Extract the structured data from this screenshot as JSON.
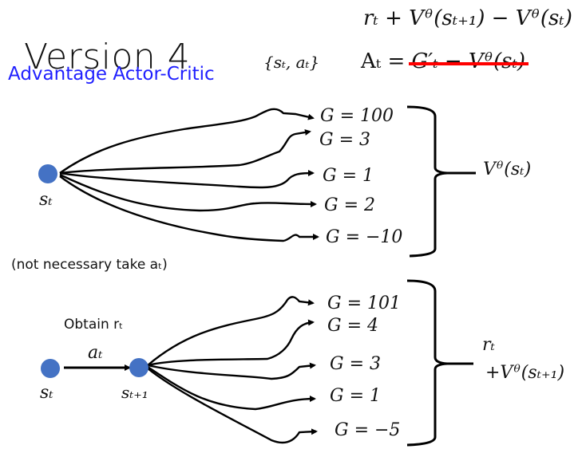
{
  "slide": {
    "title": "Version 4",
    "subtitle": "Advantage Actor-Critic",
    "colors": {
      "subtitle": "#1f1fff",
      "node": "#4472c4",
      "strike": "#ff0000",
      "ink": "#111111"
    }
  },
  "formulas": {
    "td_advantage": "rₜ + Vᶿ(sₜ₊₁) − Vᶿ(sₜ)",
    "state_action_pair": "{sₜ, aₜ}",
    "advantage_lhs": "Aₜ =",
    "advantage_struck": "G′ₜ − Vᶿ(sₜ)"
  },
  "top_tree": {
    "node_label": "sₜ",
    "note": "(not necessary take aₜ)",
    "returns": [
      "G = 100",
      "G = 3",
      "G = 1",
      "G = 2",
      "G = −10"
    ],
    "bracket_label": "Vᶿ(sₜ)"
  },
  "bottom_tree": {
    "start_label": "sₜ",
    "next_label": "sₜ₊₁",
    "action_label": "aₜ",
    "reward_note": "Obtain rₜ",
    "returns": [
      "G = 101",
      "G = 4",
      "G = 3",
      "G = 1",
      "G = −5"
    ],
    "bracket_label_line1": "rₜ",
    "bracket_label_line2": "+Vᶿ(sₜ₊₁)"
  }
}
